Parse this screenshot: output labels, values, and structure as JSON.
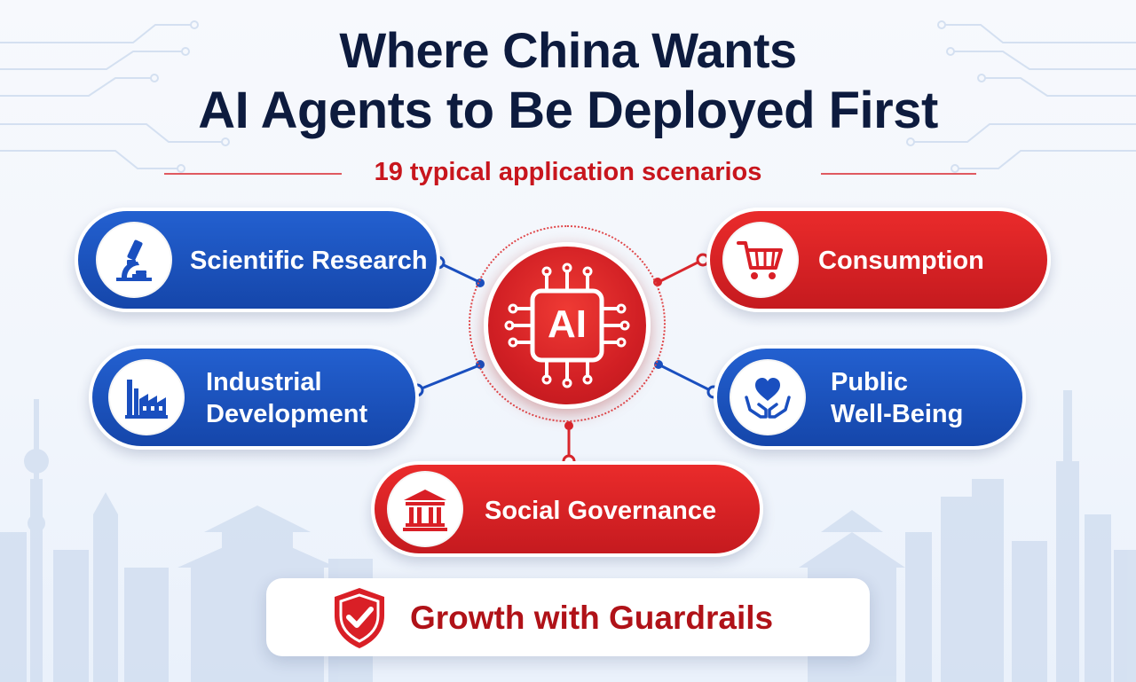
{
  "title": {
    "line1": "Where China Wants",
    "line2": "AI Agents to Be Deployed First"
  },
  "subtitle": "19 typical application scenarios",
  "hub": {
    "label": "AI",
    "icon": "chip-icon"
  },
  "scenarios": [
    {
      "label": "Scientific Research",
      "icon": "microscope-icon",
      "color": "#1a4fbf"
    },
    {
      "label": "Consumption",
      "icon": "shopping-cart-icon",
      "color": "#d91f26"
    },
    {
      "label_line1": "Industrial",
      "label_line2": "Development",
      "icon": "factory-icon",
      "color": "#1a4fbf"
    },
    {
      "label_line1": "Public",
      "label_line2": "Well-Being",
      "icon": "heart-hands-icon",
      "color": "#1a4fbf"
    },
    {
      "label": "Social Governance",
      "icon": "government-building-icon",
      "color": "#d91f26"
    }
  ],
  "banner": {
    "label": "Growth with Guardrails",
    "icon": "shield-check-icon"
  },
  "colors": {
    "title": "#0d1b3e",
    "accent_red": "#c8161d",
    "blue": "#1a4fbf",
    "red": "#d91f26"
  }
}
